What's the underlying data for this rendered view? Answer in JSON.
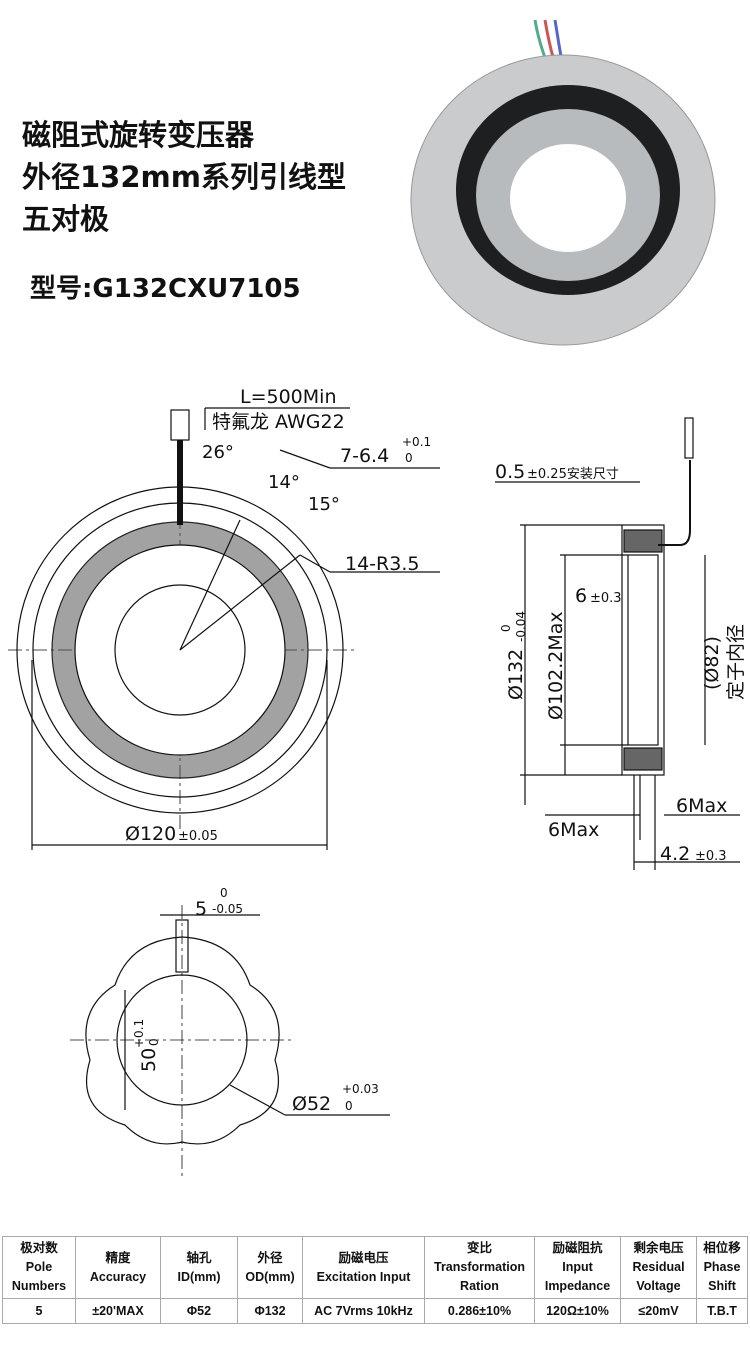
{
  "title": {
    "line1": "磁阻式旋转变压器",
    "line2": "外径132mm系列引线型",
    "line3": "五对极"
  },
  "model": "型号:G132CXU7105",
  "drawing_top": {
    "lead_length": "L=500Min",
    "wire": "特氟龙 AWG22",
    "angle1": "26°",
    "angle2": "14°",
    "angle3": "15°",
    "hole": "7-6.4",
    "hole_tol_upper": "+0.1",
    "hole_tol_lower": "0",
    "radius": "14-R3.5",
    "od_dim": "Ø120",
    "od_tol": "±0.05"
  },
  "drawing_side": {
    "install": "0.5",
    "install_tol": "±0.25安装尺寸",
    "od": "Ø132",
    "od_tol_upper": "0",
    "od_tol_lower": "-0.04",
    "body": "Ø102.2Max",
    "thickness": "6",
    "thickness_tol": "±0.3",
    "stator_id": "(Ø82)",
    "stator_label": "定子内径",
    "max1": "6Max",
    "max2": "6Max",
    "depth": "4.2",
    "depth_tol": "±0.3"
  },
  "drawing_rotor": {
    "key": "5",
    "key_upper": "0",
    "key_lower": "-0.05",
    "flat": "50",
    "flat_upper": "+0.1",
    "flat_lower": "0",
    "bore": "Ø52",
    "bore_upper": "+0.03",
    "bore_lower": "0"
  },
  "table": {
    "headers": [
      [
        "极对数",
        "Pole",
        "Numbers"
      ],
      [
        "精度",
        "Accuracy"
      ],
      [
        "轴孔",
        "ID(mm)"
      ],
      [
        "外径",
        "OD(mm)"
      ],
      [
        "励磁电压",
        "Excitation Input"
      ],
      [
        "变比",
        "Transformation",
        "Ration"
      ],
      [
        "励磁阻抗",
        "Input",
        "Impedance"
      ],
      [
        "剩余电压",
        "Residual",
        "Voltage"
      ],
      [
        "相位移",
        "Phase",
        "Shift"
      ]
    ],
    "values": [
      "5",
      "±20'MAX",
      "Φ52",
      "Φ132",
      "AC 7Vrms 10kHz",
      "0.286±10%",
      "120Ω±10%",
      "≤20mV",
      "T.B.T"
    ]
  }
}
